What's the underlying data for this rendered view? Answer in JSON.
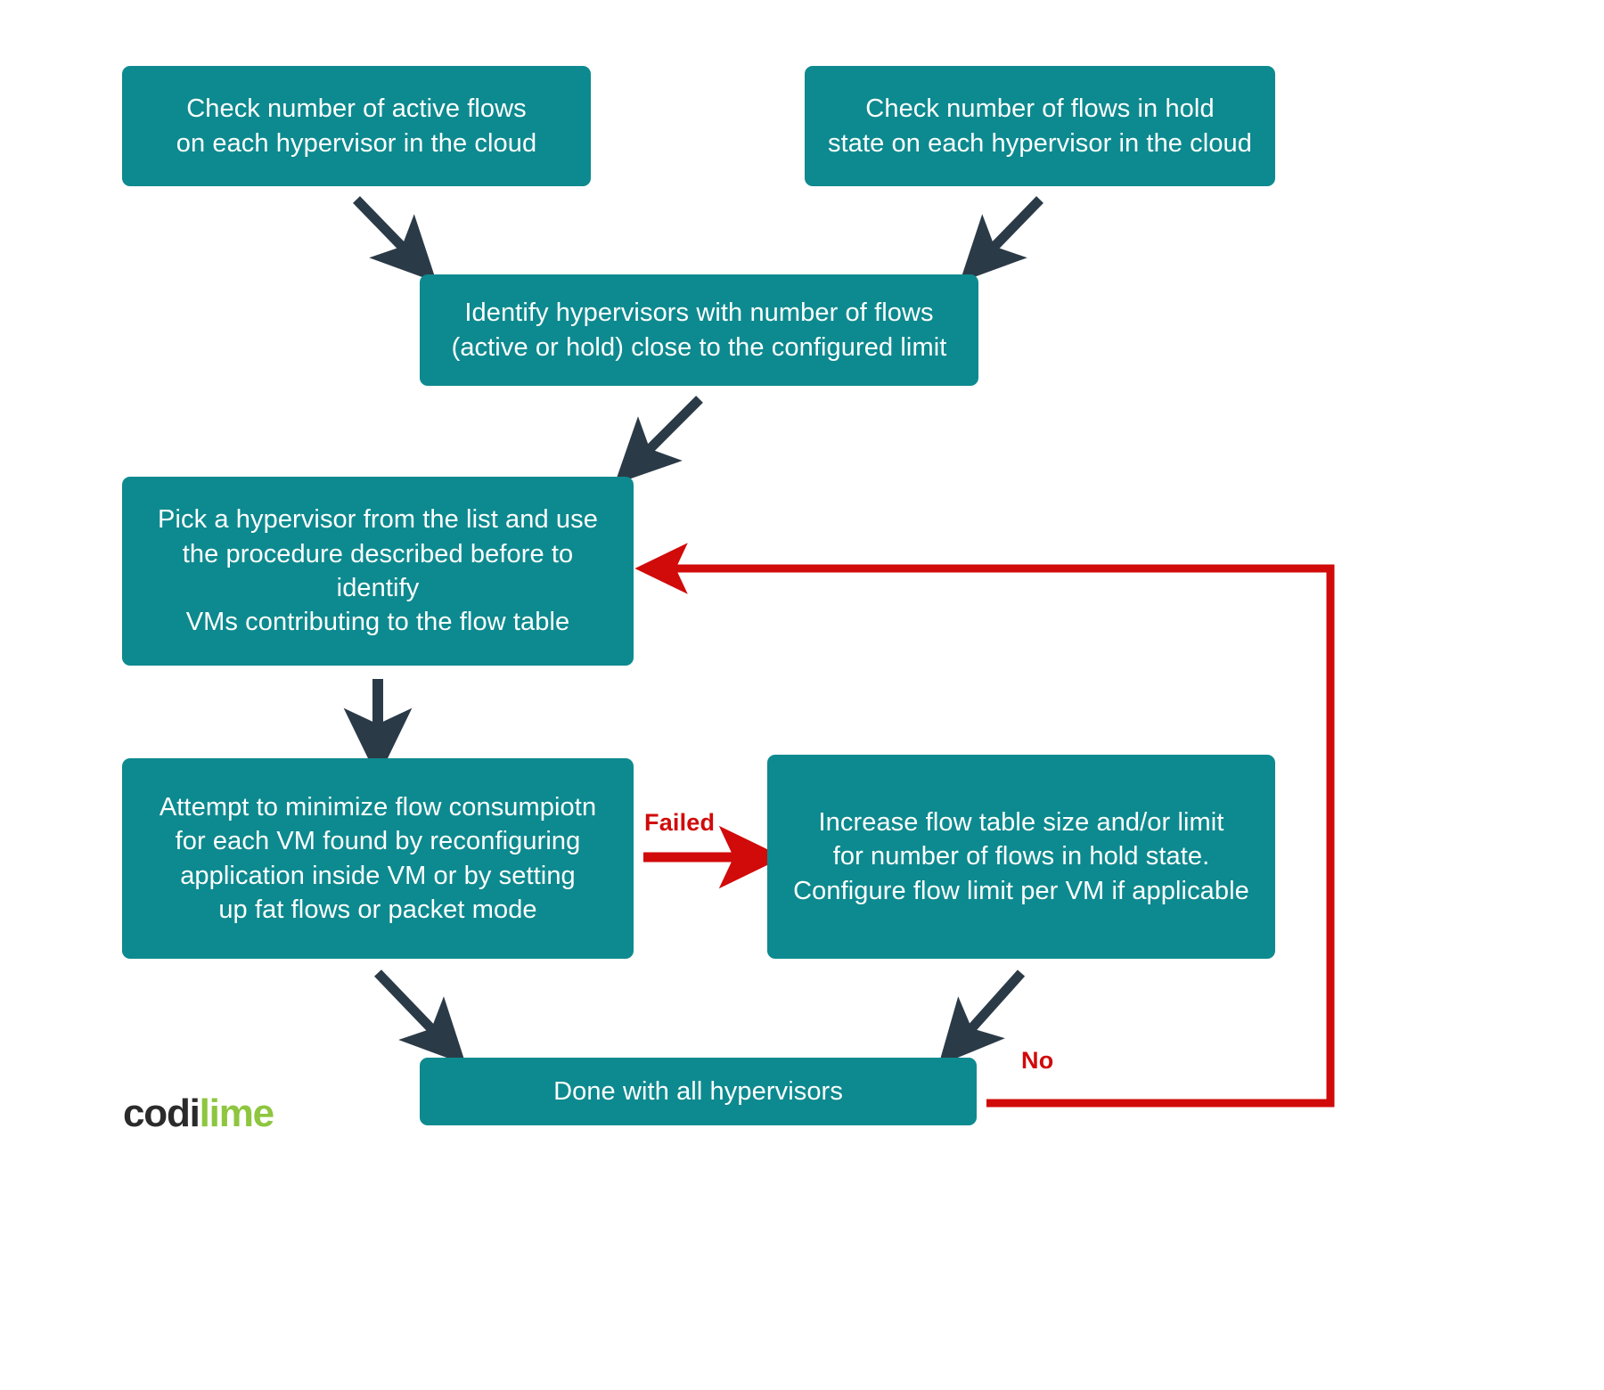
{
  "diagram": {
    "title": "Hypervisor flow-table troubleshooting flowchart",
    "colors": {
      "node_fill": "#0d8a8f",
      "node_text": "#ffffff",
      "arrow_dark": "#2b3a47",
      "arrow_red": "#d10a0a",
      "background": "#ffffff",
      "logo_dark": "#2b2b2b",
      "logo_lime": "#8ec63f"
    },
    "nodes": [
      {
        "id": "check-active-flows",
        "label": "Check number of active flows\non each hypervisor in the cloud"
      },
      {
        "id": "check-hold-flows",
        "label": "Check number of flows in hold\nstate on each hypervisor in the cloud"
      },
      {
        "id": "identify-hypervisors",
        "label": "Identify hypervisors with number of flows\n(active or hold) close to the configured limit"
      },
      {
        "id": "pick-hypervisor",
        "label": "Pick a hypervisor from the list and use\nthe procedure described before to identify\nVMs contributing to the flow table"
      },
      {
        "id": "attempt-minimize",
        "label": "Attempt to minimize flow consumpiotn\nfor each VM found by reconfiguring\napplication inside VM or by setting\nup fat flows or packet mode"
      },
      {
        "id": "increase-flow-table",
        "label": "Increase flow table size and/or limit\nfor number of flows in hold state.\nConfigure flow limit per VM if applicable"
      },
      {
        "id": "done-all-hypervisors",
        "label": "Done with all hypervisors"
      }
    ],
    "edge_labels": [
      {
        "id": "failed",
        "label": "Failed"
      },
      {
        "id": "no",
        "label": "No"
      }
    ],
    "logo": {
      "part_dark": "codi",
      "part_lime": "lime"
    }
  }
}
